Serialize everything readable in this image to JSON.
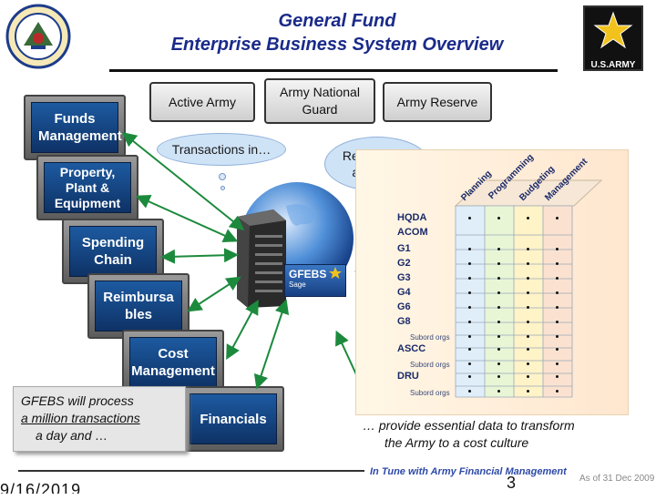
{
  "header": {
    "title_line1": "General Fund",
    "title_line2": "Enterprise Business System Overview",
    "left_seal_icon": "department-of-the-army-seal-icon",
    "right_logo_icon": "us-army-star-logo-icon",
    "right_logo_text": "U.S.ARMY"
  },
  "orgs": [
    {
      "label": "Active Army"
    },
    {
      "label": "Army National Guard"
    },
    {
      "label": "Army Reserve"
    }
  ],
  "bubbles": {
    "transactions": "Transactions in…",
    "reports": "Reports and analyses"
  },
  "modules": [
    {
      "label": "Funds Management"
    },
    {
      "label": "Property, Plant & Equipment"
    },
    {
      "label": "Spending Chain"
    },
    {
      "label": "Reimbursables"
    },
    {
      "label": "Cost Management"
    },
    {
      "label": "Financials"
    }
  ],
  "server": {
    "badge_text": "GFEBS",
    "badge_sub": "Sage"
  },
  "matrix": {
    "columns": [
      "Planning",
      "Programming",
      "Budgeting",
      "Management"
    ],
    "rows": [
      "HQDA",
      "ACOM",
      "G1",
      "G2",
      "G3",
      "G4",
      "G6",
      "G8",
      "Subord orgs",
      "ASCC",
      "Subord orgs",
      "DRU",
      "Subord orgs"
    ]
  },
  "notes": {
    "left_line1": "GFEBS will process",
    "left_line2": "a million transactions",
    "left_line3": "a day and …",
    "right_line1": "… provide essential data to transform",
    "right_line2": "the Army to a cost culture"
  },
  "footer": {
    "tagline": "In Tune with Army Financial Management",
    "page_number": "3",
    "as_of": "As of 31 Dec 2009",
    "date_fragment": "9/16/2019"
  },
  "colors": {
    "title": "#1a2a8a",
    "arrow": "#1c8a3c",
    "bubble": "#cfe3f7",
    "screen": "#1d5aa0"
  }
}
